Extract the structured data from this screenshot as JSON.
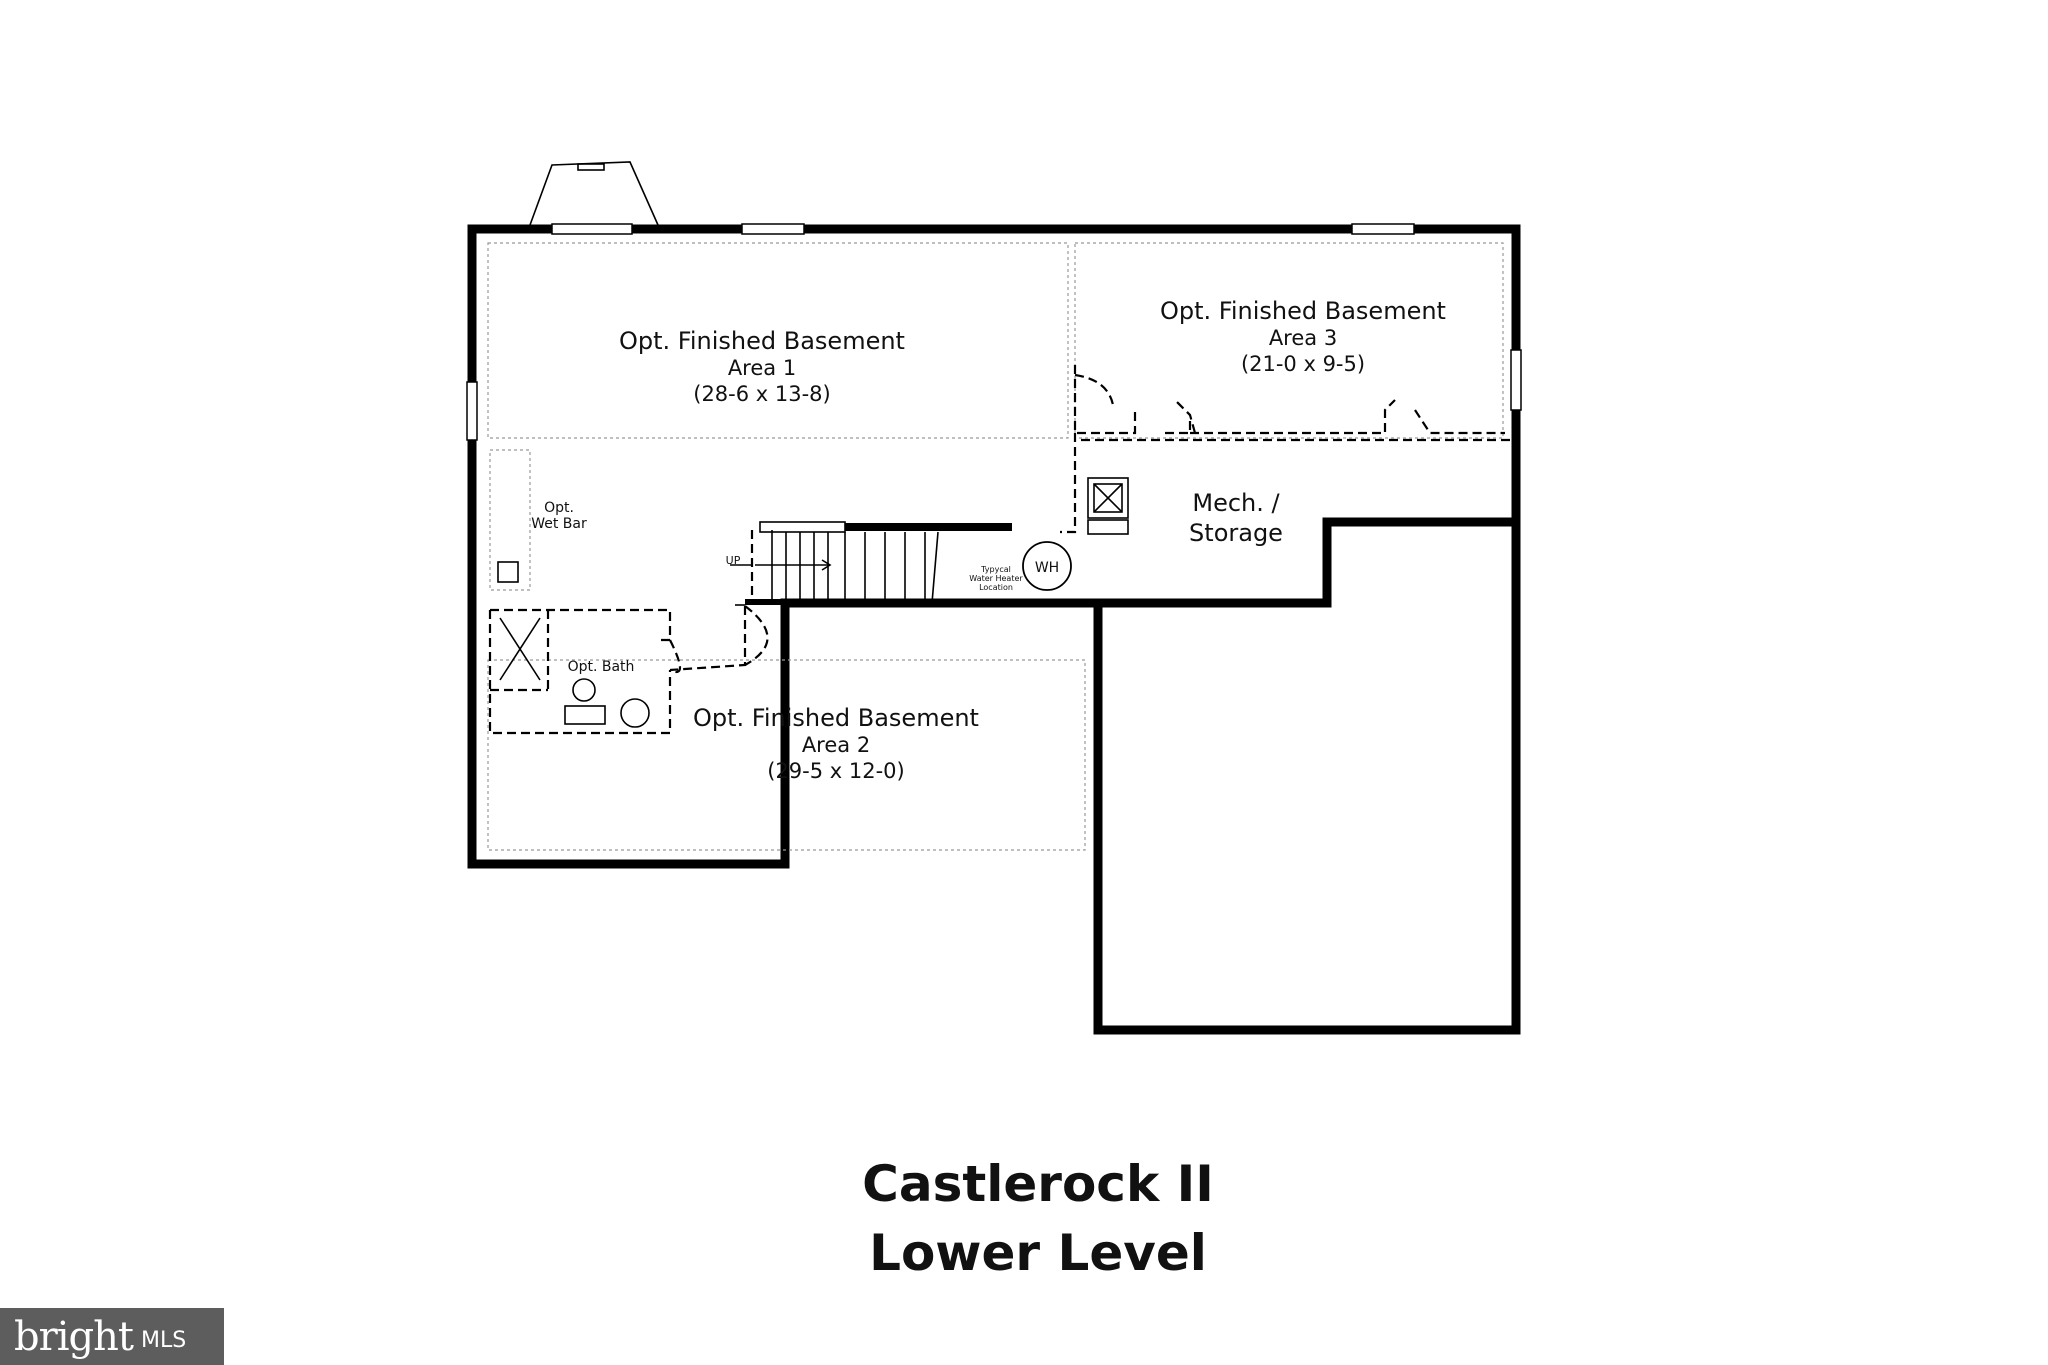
{
  "rooms": {
    "area1": {
      "name": "Opt. Finished Basement",
      "sub": "Area 1",
      "dims": "(28-6 x 13-8)"
    },
    "area2": {
      "name": "Opt. Finished Basement",
      "sub": "Area 2",
      "dims": "(29-5 x 12-0)"
    },
    "area3": {
      "name": "Opt. Finished Basement",
      "sub": "Area 3",
      "dims": "(21-0 x 9-5)"
    },
    "mech": {
      "line1": "Mech. /",
      "line2": "Storage"
    },
    "wet_bar": {
      "line1": "Opt.",
      "line2": "Wet Bar"
    },
    "bath": "Opt. Bath",
    "stairs": "UP",
    "water_heater": {
      "symbol": "WH",
      "note1": "Typycal",
      "note2": "Water Heater",
      "note3": "Location"
    }
  },
  "title": {
    "line1": "Castlerock II",
    "line2": "Lower Level"
  },
  "logo": {
    "word": "bright",
    "suffix": "MLS"
  },
  "colors": {
    "walls": "#000000",
    "background": "#ffffff",
    "logo_bg": "#5d5d5d"
  }
}
